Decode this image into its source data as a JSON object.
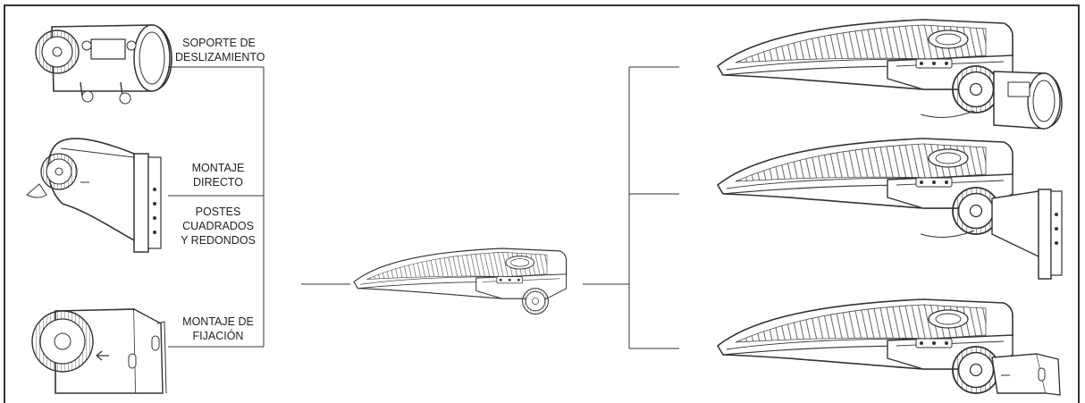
{
  "labels": {
    "slip_fitter_line1": "SOPORTE DE",
    "slip_fitter_line2": "DESLIZAMIENTO",
    "direct_mount_line1": "MONTAJE",
    "direct_mount_line2": "DIRECTO",
    "poles_line1": "POSTES",
    "poles_line2": "CUADRADOS",
    "poles_line3": "Y REDONDOS",
    "yoke_mount_line1": "MONTAJE DE",
    "yoke_mount_line2": "FIJACIÓN"
  },
  "colors": {
    "stroke": "#333333",
    "fill": "#ffffff",
    "frame": "#333333"
  }
}
